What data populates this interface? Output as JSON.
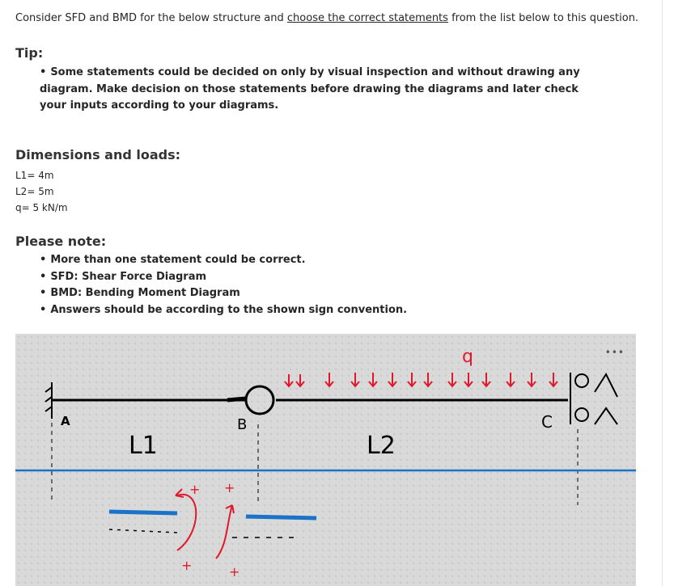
{
  "question": {
    "pre": "Consider SFD and BMD for the below structure and ",
    "link": "choose the correct statements",
    "post": " from the list below to this question."
  },
  "tip": {
    "heading": "Tip:",
    "bullet": "Some statements could be decided on only by visual inspection and without drawing any diagram. Make decision on those statements before drawing the diagrams and later check your inputs according to your diagrams."
  },
  "dimensions": {
    "heading": "Dimensions and loads:",
    "items": [
      "L1= 4m",
      "L2= 5m",
      "q= 5 kN/m"
    ]
  },
  "notes": {
    "heading": "Please note:",
    "items": [
      "More than one statement could be correct.",
      "SFD: Shear Force Diagram",
      "BMD: Bending Moment Diagram",
      "Answers should be according to the shown sign convention."
    ]
  },
  "figure": {
    "more_icon": "ellipsis-icon",
    "labels": {
      "A": "A",
      "B": "B",
      "C": "C",
      "L1": "L1",
      "L2": "L2",
      "q": "q",
      "plus": "+"
    },
    "colors": {
      "beam": "#000000",
      "axis": "#1a73c8",
      "sign": "#e0182a",
      "bg": "#d9d9d9"
    }
  }
}
